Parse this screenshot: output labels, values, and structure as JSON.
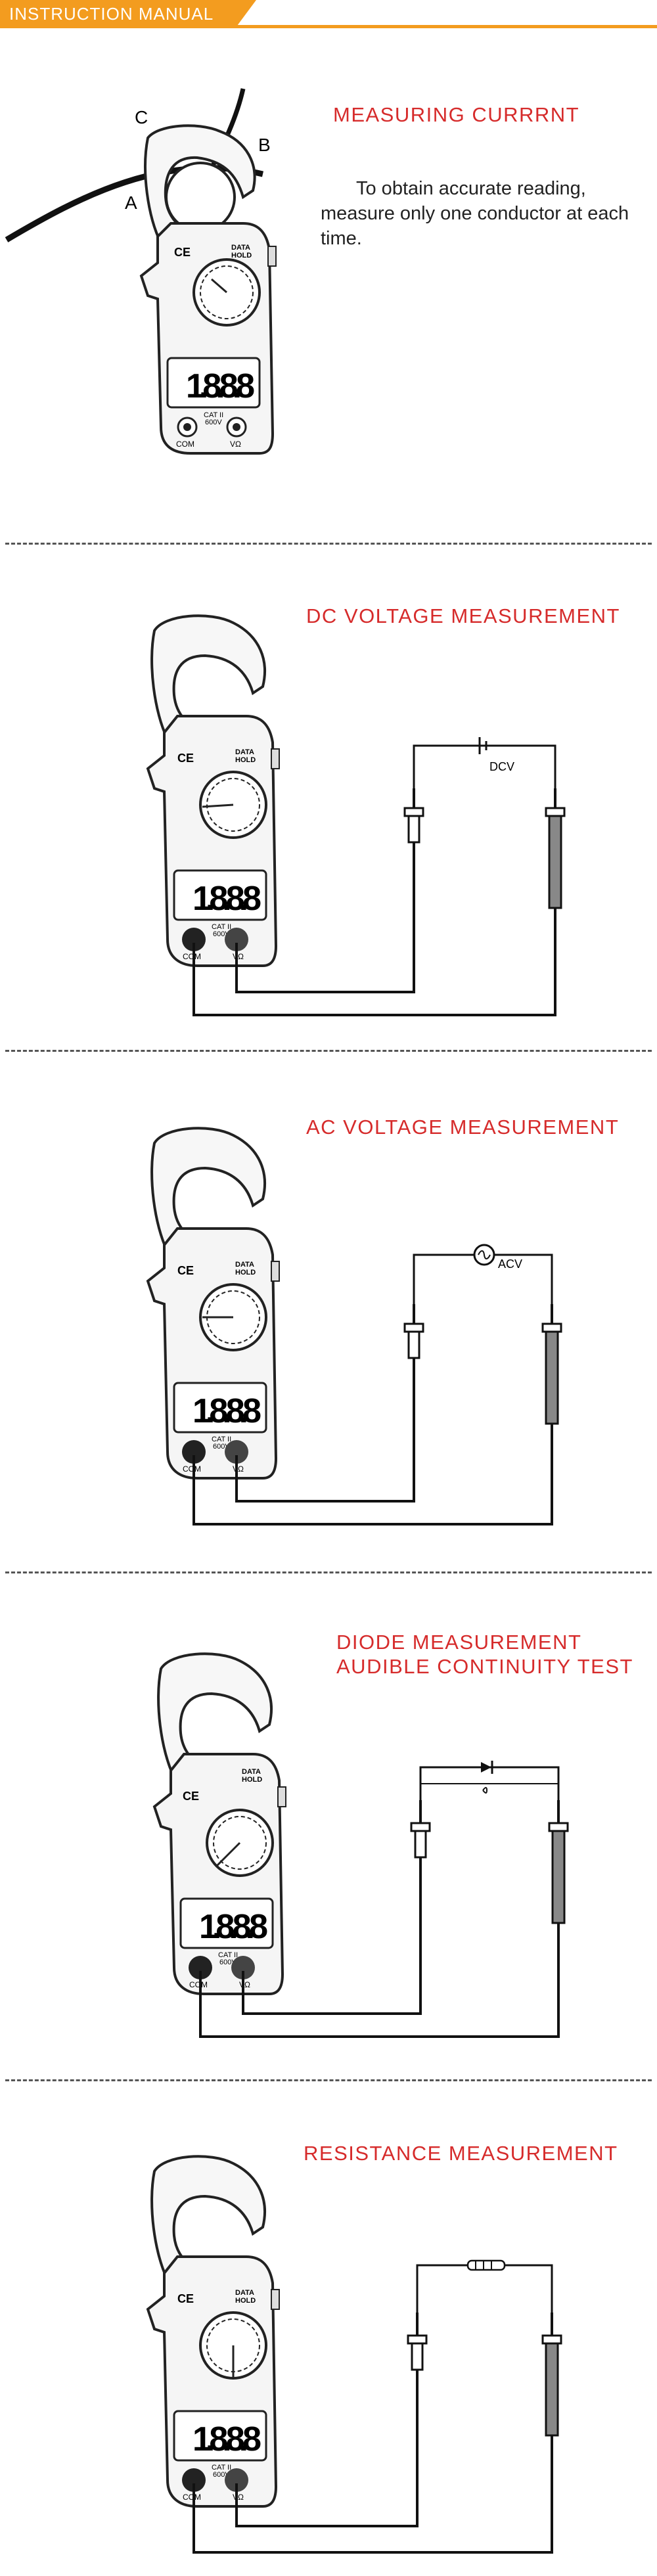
{
  "header": {
    "title": "INSTRUCTION MANUAL",
    "accent": "#f39c1f"
  },
  "accent_red": "#d62b2b",
  "sections": [
    {
      "title": "MEASURING CURRRNT",
      "description": "To obtain accurate reading, measure only one conductor at each time.",
      "labels": {
        "a": "A",
        "b": "B",
        "c": "C"
      }
    },
    {
      "title": "DC VOLTAGE MEASUREMENT",
      "source_label": "DCV"
    },
    {
      "title": "AC VOLTAGE MEASUREMENT",
      "source_label": "ACV"
    },
    {
      "title_line1": "DIODE MEASUREMENT",
      "title_line2": "AUDIBLE CONTINUITY TEST"
    },
    {
      "title": "RESISTANCE MEASUREMENT"
    }
  ],
  "meter": {
    "brand_mark": "CE",
    "hold_line1": "DATA",
    "hold_line2": "HOLD",
    "display_digits": "1.8.8.8",
    "cat_rating": "CAT II",
    "voltage_rating": "600V",
    "com_label": "COM",
    "v_label": "VΩ"
  }
}
